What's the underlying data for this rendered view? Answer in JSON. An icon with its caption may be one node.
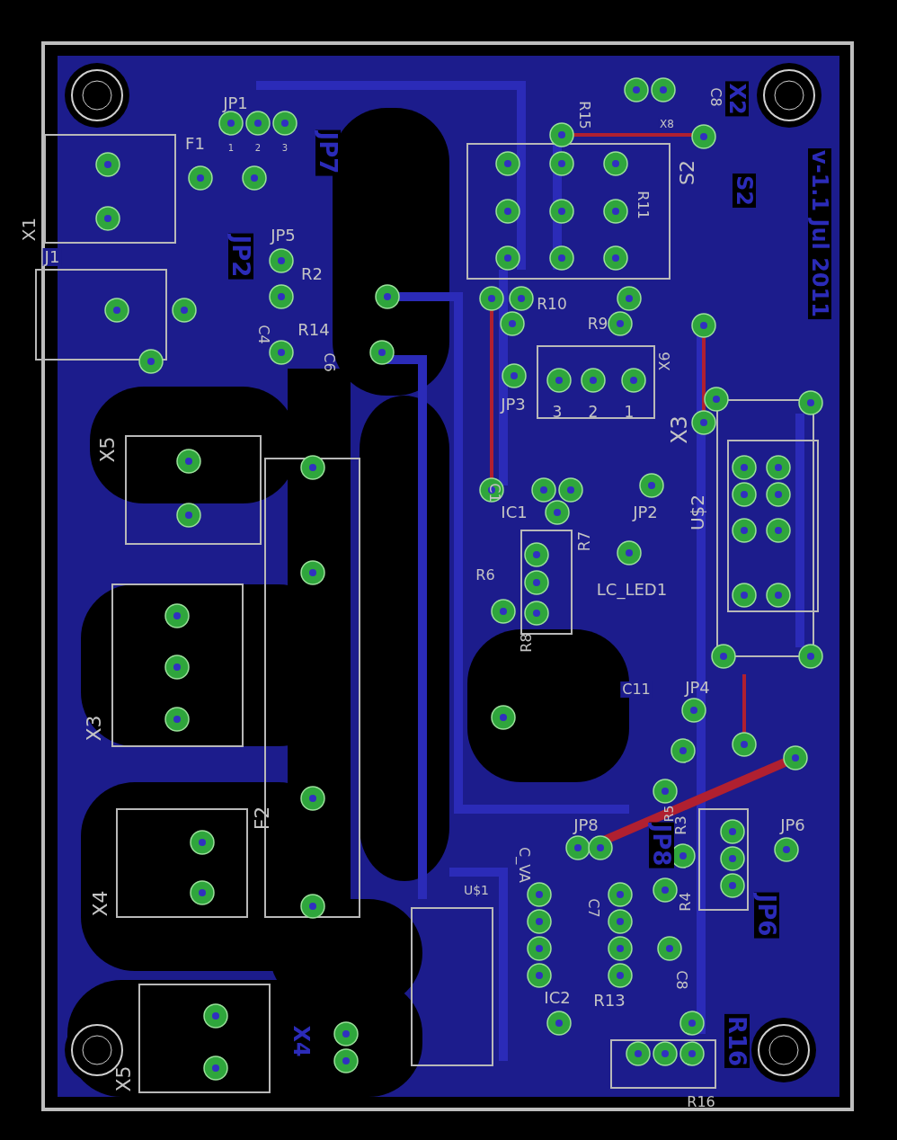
{
  "diagram": {
    "labels": [
      "JP1",
      "1",
      "2",
      "3",
      "F1",
      "JP7",
      "X1",
      "J1",
      "JP2",
      "JP5",
      "R2",
      "R14",
      "C4",
      "C6",
      "X5",
      "X3",
      "F2",
      "X4",
      "X5",
      "X4",
      "U$1",
      "X8",
      "R15",
      "C8",
      "X2",
      "S2",
      "R11",
      "S2",
      "v-1.1 Jul 2011",
      "R10",
      "R9",
      "X6",
      "3",
      "2",
      "1",
      "JP3",
      "X3",
      "C1",
      "IC1",
      "R7",
      "JP2",
      "U$2",
      "R6",
      "LC_LED1",
      "R8",
      "C11",
      "JP4",
      "JP8",
      "JP8",
      "R5",
      "R3",
      "JP6",
      "C_VA",
      "C7",
      "R4",
      "JP6",
      "IC2",
      "R13",
      "C8",
      "R16",
      "R16"
    ]
  }
}
